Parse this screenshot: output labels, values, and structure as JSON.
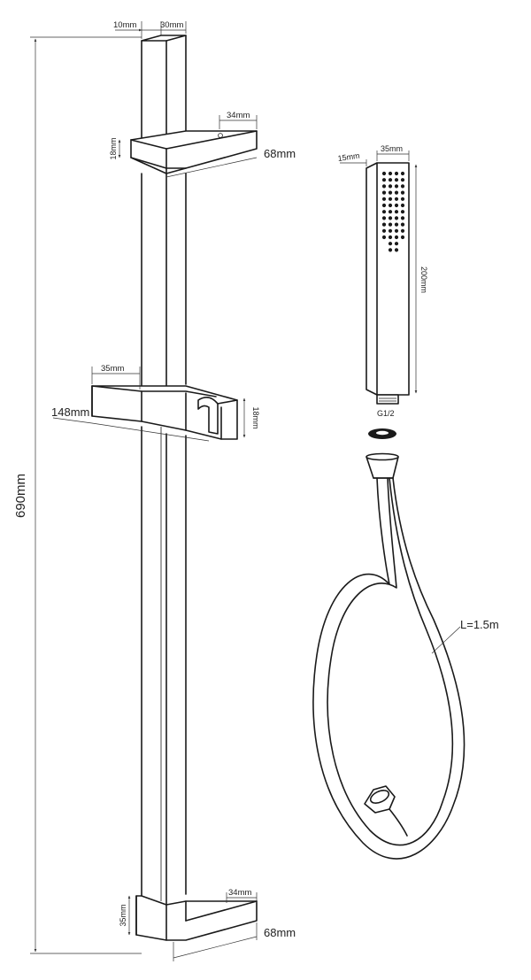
{
  "rail": {
    "overall_height": "690mm",
    "top_depth": "10mm",
    "top_width": "30mm",
    "top_bracket_projection": "34mm",
    "top_bracket_height": "18mm",
    "top_bracket_width": "68mm",
    "holder_depth": "35mm",
    "holder_width": "148mm",
    "holder_height": "18mm",
    "bottom_bracket_projection": "34mm",
    "bottom_bracket_height": "35mm",
    "bottom_bracket_width": "68mm"
  },
  "handset": {
    "face_depth": "15mm",
    "width": "35mm",
    "length": "200mm",
    "thread": "G1/2"
  },
  "hose": {
    "length": "L=1.5m"
  }
}
